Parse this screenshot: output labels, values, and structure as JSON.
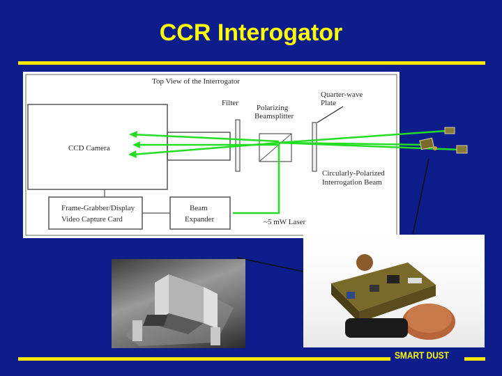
{
  "slide": {
    "title": "CCR Interogator",
    "brand": "SMART DUST"
  },
  "diagram": {
    "heading": "Top View of the Interrogator",
    "filter_label": "Filter",
    "polarizing_label_1": "Polarizing",
    "polarizing_label_2": "Beamsplitter",
    "quarter_wave_label_1": "Quarter-wave",
    "quarter_wave_label_2": "Plate",
    "ccd_camera_label": "CCD Camera",
    "circular_pol_label_1": "Circularly-Polarized",
    "circular_pol_label_2": "Interrogation Beam",
    "frame_grabber_label_1": "Frame-Grabber/Display",
    "frame_grabber_label_2": "Video Capture Card",
    "beam_expander_label_1": "Beam",
    "beam_expander_label_2": "Expander",
    "laser_label": "~5 mW Laser"
  },
  "colors": {
    "background": "#0d1d8c",
    "title": "#ffff00",
    "beam": "#22dd22"
  }
}
